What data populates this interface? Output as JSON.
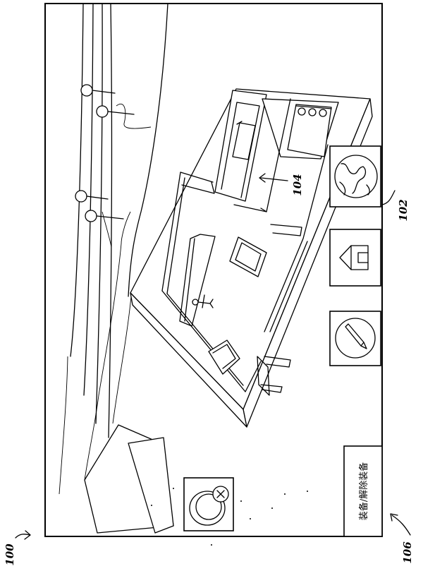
{
  "figure": {
    "ref_device": "100",
    "ref_toolbar": "102",
    "ref_target": "104",
    "ref_button": "106"
  },
  "button_label": "装备/解除装备",
  "icons": [
    "globe-icon",
    "house-icon",
    "pencil-icon",
    "disarm-icon"
  ]
}
